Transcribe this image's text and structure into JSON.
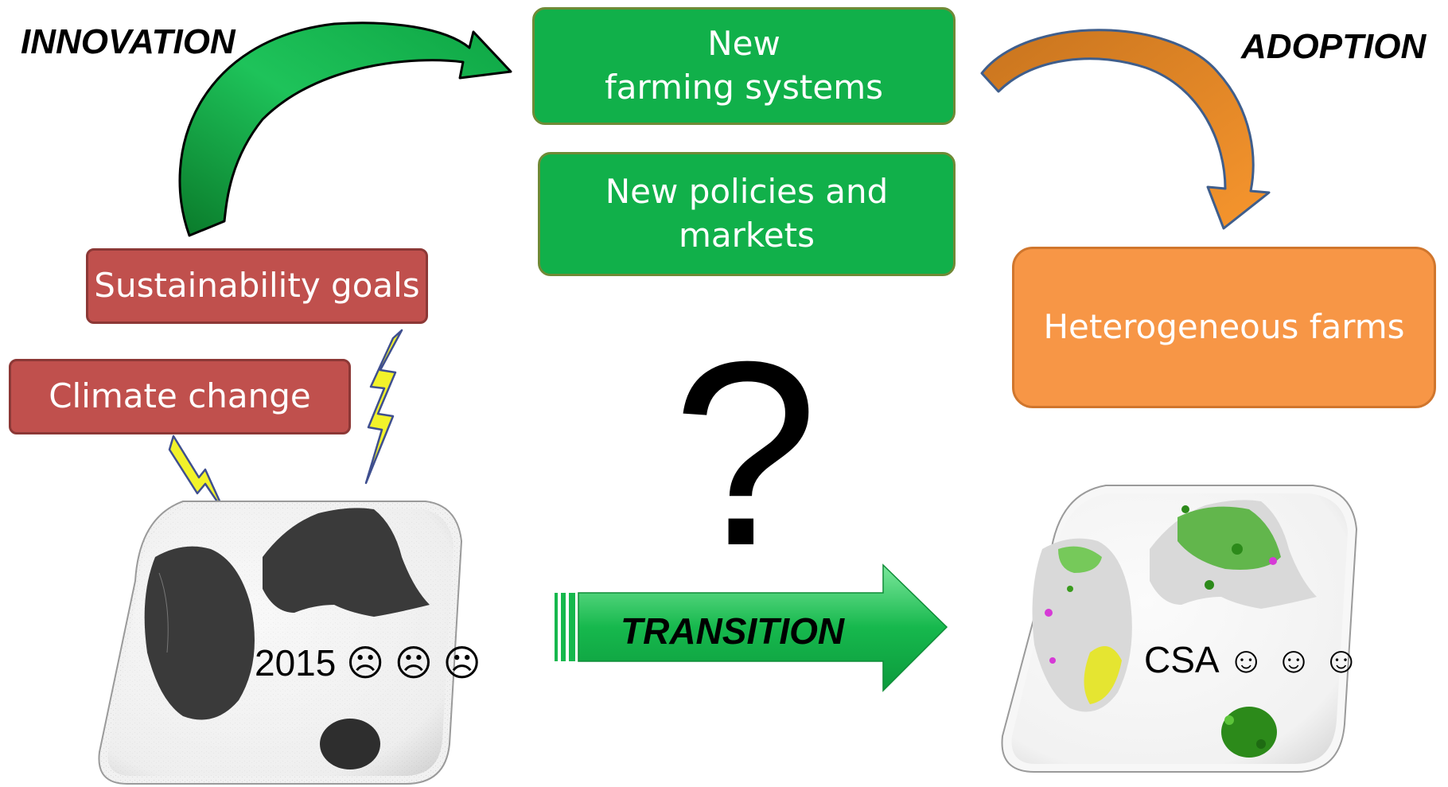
{
  "labels": {
    "innovation": "INNOVATION",
    "adoption": "ADOPTION",
    "transition": "TRANSITION",
    "question": "?"
  },
  "boxes": {
    "new_farming_systems": [
      "New",
      "farming systems"
    ],
    "new_policies_markets": [
      "New policies and",
      "markets"
    ],
    "sustainability_goals": "Sustainability goals",
    "climate_change": "Climate change",
    "heterogeneous_farms": "Heterogeneous farms"
  },
  "maps": {
    "left_caption": "2015 ☹ ☹ ☹",
    "right_caption": "CSA ☺ ☺ ☺"
  },
  "colors": {
    "green_box": "#11b04a",
    "red_box": "#c0504d",
    "orange_box": "#f79646",
    "lightning": "#f2f22a",
    "map_dark": "#3a3a3a",
    "crop_green": "#2c8a1a"
  }
}
